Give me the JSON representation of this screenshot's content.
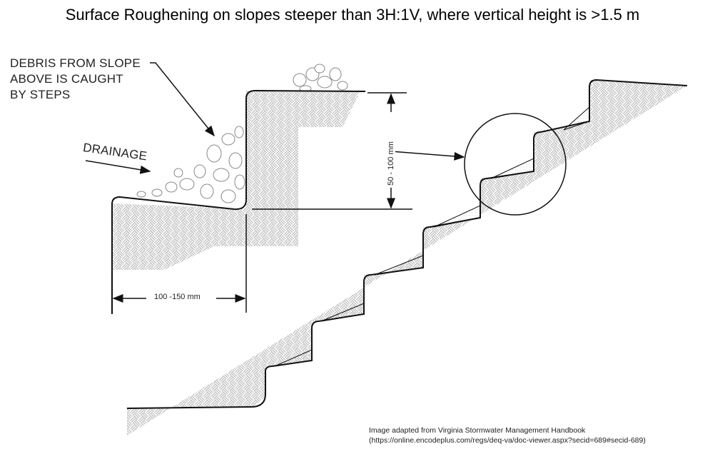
{
  "title": "Surface Roughening on slopes steeper than 3H:1V, where vertical height is >1.5 m",
  "labels": {
    "debris_line1": "DEBRIS FROM SLOPE",
    "debris_line2": "ABOVE IS CAUGHT",
    "debris_line3": "BY STEPS",
    "drainage": "DRAINAGE"
  },
  "dimensions": {
    "step_width": "100 -150 mm",
    "step_height": "50 - 100 mm"
  },
  "caption": {
    "line1": "Image adapted from Virginia Stormwater Management Handbook",
    "line2": "(https://online.encodeplus.com/regs/deq-va/doc-viewer.aspx?secid=689#secid-689)"
  }
}
